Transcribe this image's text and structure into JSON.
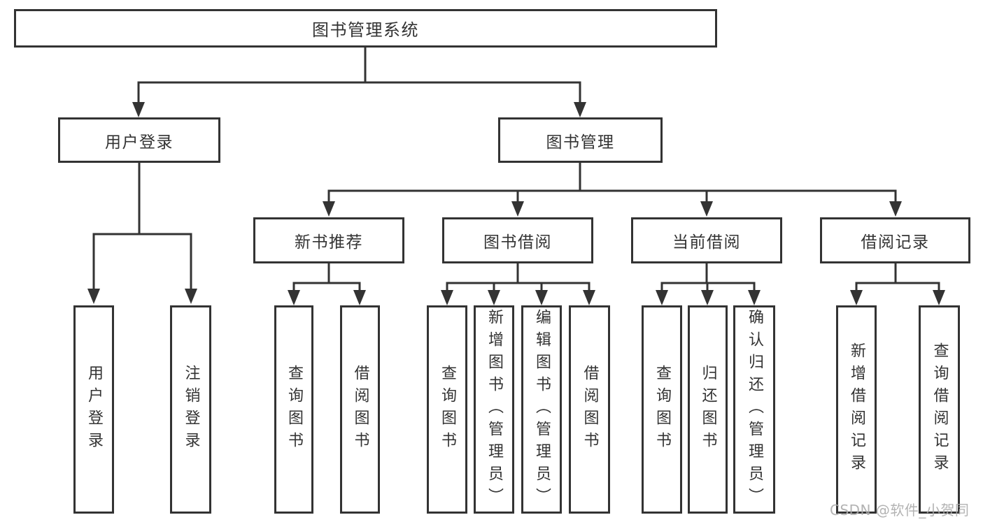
{
  "colors": {
    "line": "#333333",
    "text": "#333333",
    "canvas": "#ffffff",
    "watermark": "#ababab"
  },
  "root": {
    "label": "图书管理系统"
  },
  "level2": [
    {
      "label": "用户登录"
    },
    {
      "label": "图书管理"
    }
  ],
  "level3": [
    {
      "label": "新书推荐"
    },
    {
      "label": "图书借阅"
    },
    {
      "label": "当前借阅"
    },
    {
      "label": "借阅记录"
    }
  ],
  "leaves": {
    "user_login": [
      {
        "label": "用户登录"
      },
      {
        "label": "注销登录"
      }
    ],
    "new_book_recommend": [
      {
        "label": "查询图书"
      },
      {
        "label": "借阅图书"
      }
    ],
    "book_borrow": [
      {
        "label": "查询图书"
      },
      {
        "label": "新增图书（管理员）"
      },
      {
        "label": "编辑图书（管理员）"
      },
      {
        "label": "借阅图书"
      }
    ],
    "current_borrow": [
      {
        "label": "查询图书"
      },
      {
        "label": "归还图书"
      },
      {
        "label": "确认归还（管理员）"
      }
    ],
    "borrow_records": [
      {
        "label": "新增借阅记录"
      },
      {
        "label": "查询借阅记录"
      }
    ]
  },
  "watermark": {
    "text": "CSDN @软件_小贺同学"
  }
}
